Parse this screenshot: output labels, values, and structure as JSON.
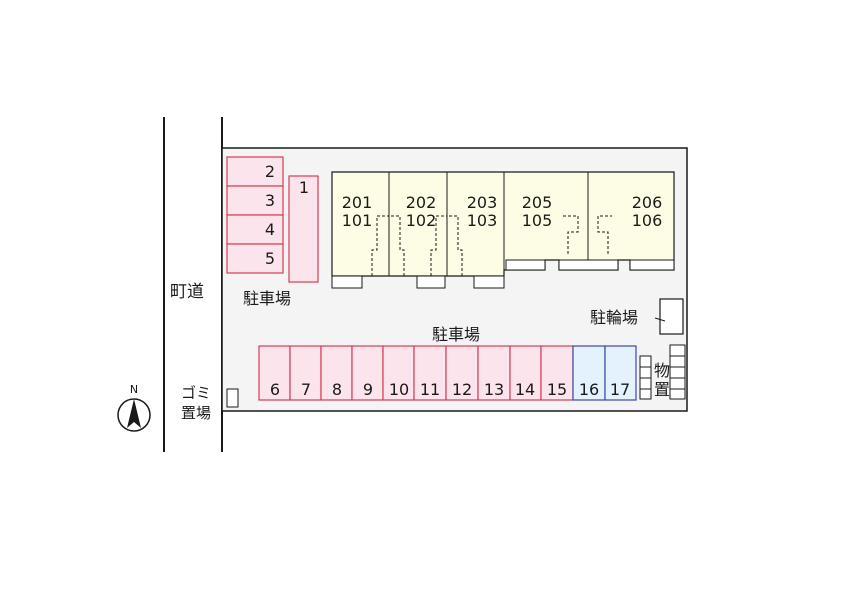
{
  "road_label": "町道",
  "north_label": "N",
  "garbage_label_1": "ゴミ",
  "garbage_label_2": "置場",
  "parking_label_left": "駐車場",
  "parking_label_main": "駐車場",
  "bicycle_label": "駐輪場",
  "storage_label_1": "物",
  "storage_label_2": "置",
  "parking_spaces_left": [
    "2",
    "3",
    "4",
    "5"
  ],
  "parking_space_one": "1",
  "parking_spaces_bottom": [
    "6",
    "7",
    "8",
    "9",
    "10",
    "11",
    "12",
    "13",
    "14",
    "15",
    "16",
    "17"
  ],
  "units": [
    {
      "upper": "201",
      "lower": "101"
    },
    {
      "upper": "202",
      "lower": "102"
    },
    {
      "upper": "203",
      "lower": "103"
    },
    {
      "upper": "205",
      "lower": "105"
    },
    {
      "upper": "206",
      "lower": "106"
    }
  ],
  "colors": {
    "parking_fill": "#fce4ec",
    "parking_stroke": "#d83c54",
    "special_fill": "#e3f2fd",
    "special_stroke": "#3949ab",
    "building_fill": "#fdfde6",
    "site_fill": "#f4f4f4",
    "stroke": "#1a1a1a"
  }
}
